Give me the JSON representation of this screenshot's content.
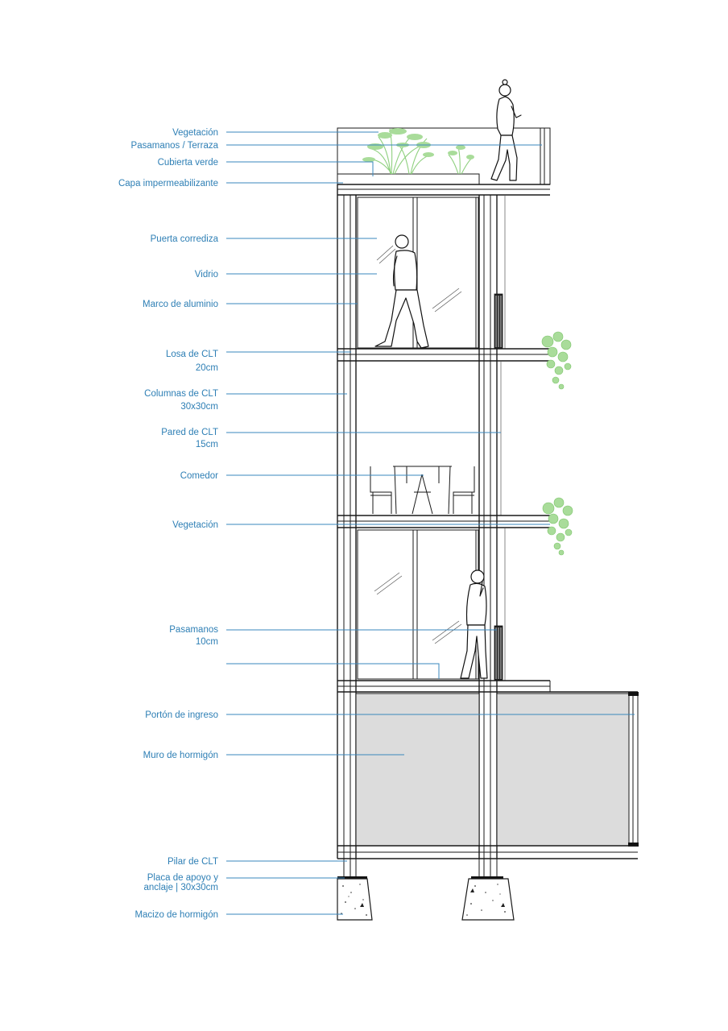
{
  "labels": {
    "vegetacion_top": "Vegetación",
    "pasamanos_terraza": "Pasamanos / Terraza",
    "cubierta_verde": "Cubierta verde",
    "capa_impermeabilizante": "Capa impermeabilizante",
    "puerta_corrediza": "Puerta corrediza",
    "vidrio": "Vidrio",
    "marco_aluminio": "Marco de aluminio",
    "losa_clt_1": "Losa de CLT",
    "losa_clt_2": "20cm",
    "columnas_clt_1": "Columnas de CLT",
    "columnas_clt_2": "30x30cm",
    "pared_clt_1": "Pared de CLT",
    "pared_clt_2": "15cm",
    "comedor": "Comedor",
    "vegetacion_mid": "Vegetación",
    "pasamanos_1": "Pasamanos",
    "pasamanos_2": "10cm",
    "porton_ingreso": "Portón de ingreso",
    "muro_hormigon": "Muro de hormigón",
    "pilar_clt": "Pilar de CLT",
    "placa_apoyo_1": "Placa de apoyo y",
    "placa_apoyo_2": "anclaje | 30x30cm",
    "macizo_hormigon": "Macizo de hormigón"
  },
  "colors": {
    "label": "#2e7fb5",
    "leader": "#3a87bd",
    "structure": "#1a1a1a",
    "vegetation": "#a9dc9a",
    "vegetation_dark": "#7cc46a",
    "concrete_fill": "#dcdcdc"
  }
}
